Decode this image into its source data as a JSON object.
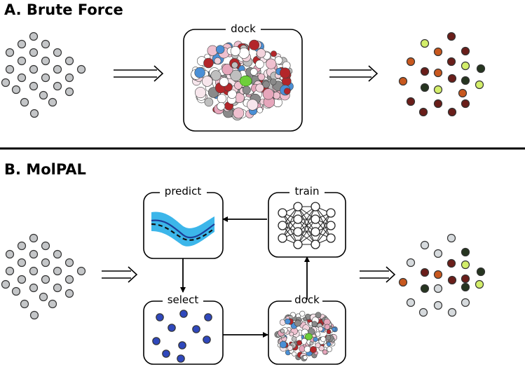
{
  "section_a": {
    "title": "A. Brute Force",
    "dock_label": "dock"
  },
  "section_b": {
    "title": "B. MolPAL",
    "predict_label": "predict",
    "train_label": "train",
    "select_label": "select",
    "dock_label": "dock"
  },
  "colors": {
    "library_gray": "#c4c6c8",
    "light_gray": "#d6dadd",
    "dark_red": "#6a1e1a",
    "orange": "#c8581e",
    "lime": "#d3ee6a",
    "dark_green": "#263520",
    "blue_band": "#3cb6ea",
    "blue_line": "#1d3d98",
    "select_blue": "#2f48bc"
  }
}
